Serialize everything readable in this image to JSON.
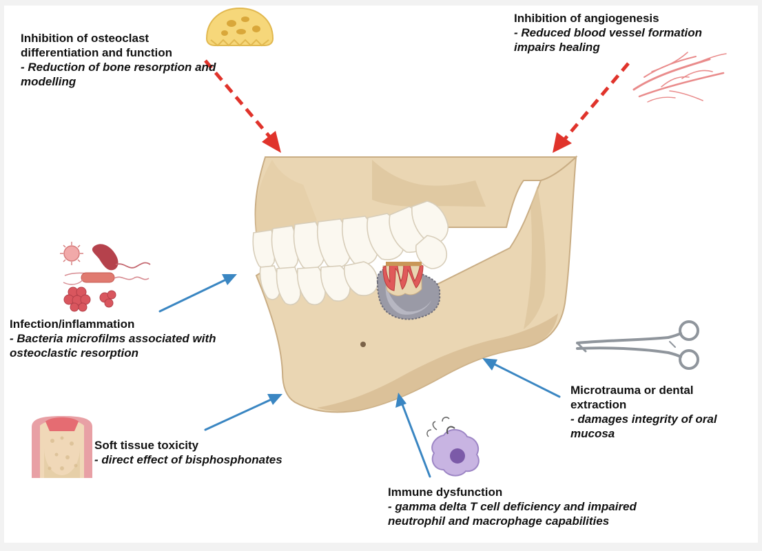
{
  "labels": {
    "osteoclast": {
      "heading": "Inhibition of osteoclast differentiation and function",
      "detail": "- Reduction of bone resorption and modelling"
    },
    "angiogenesis": {
      "heading": "Inhibition of angiogenesis",
      "detail": "- Reduced blood vessel formation impairs healing"
    },
    "infection": {
      "heading": "Infection/inflammation",
      "detail": "- Bacteria microfilms associated with osteoclastic resorption"
    },
    "microtrauma": {
      "heading": "Microtrauma or dental extraction",
      "detail": "- damages integrity of oral mucosa"
    },
    "soft_tissue": {
      "heading": "Soft tissue toxicity",
      "detail": "- direct effect of bisphosphonates"
    },
    "immune": {
      "heading": "Immune dysfunction",
      "detail": "- gamma delta T cell deficiency and impaired neutrophil and macrophage capabilities"
    }
  },
  "colors": {
    "inhibition_arrow": "#e0332b",
    "contributing_arrow": "#3a86c2",
    "bone": "#e8d3ad",
    "bone_shade": "#cdb28a",
    "tooth": "#fbf8f0",
    "gum": "#e66a6a",
    "necrotic_bone": "#9a9aa6"
  },
  "icons": [
    "osteoclast-cell-icon",
    "blood-vessels-icon",
    "bacteria-icon",
    "forceps-icon",
    "gingiva-bone-icon",
    "macrophage-icon",
    "jaw-skull-illustration"
  ]
}
